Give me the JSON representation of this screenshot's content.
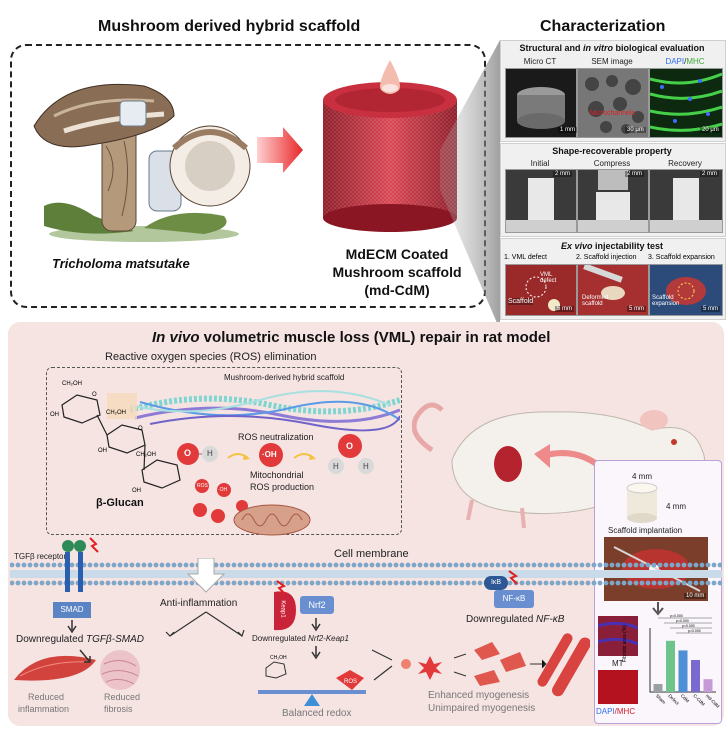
{
  "top_left": {
    "title": "Mushroom derived hybrid scaffold",
    "species": "Tricholoma matsutake",
    "product_line1": "MdECM Coated",
    "product_line2": "Mushroom scaffold",
    "product_line3": "(md-CdM)"
  },
  "characterization": {
    "title": "Characterization",
    "panel1": {
      "title_pre": "Structural and ",
      "title_em": "in vitro",
      "title_post": " biological evaluation",
      "captions": [
        "Micro CT",
        "SEM image",
        "DAPI",
        "/",
        "MHC"
      ],
      "scales": [
        "1 mm",
        "30 μm",
        "20 μm"
      ],
      "annotation": "Microchannels"
    },
    "panel2": {
      "title": "Shape-recoverable property",
      "captions": [
        "Initial",
        "Compress",
        "Recovery"
      ],
      "scales": [
        "2 mm",
        "2 mm",
        "2 mm"
      ]
    },
    "panel3": {
      "title_em": "Ex vivo",
      "title_post": " injectability test",
      "captions": [
        "1. VML defect",
        "2. Scaffold injection",
        "3. Scaffold expansion"
      ],
      "labels": [
        "VML defect",
        "Scaffold",
        "Deformed scaffold",
        "Scaffold expansion"
      ],
      "scales": [
        "5 mm",
        "5 mm",
        "5 mm"
      ]
    }
  },
  "bottom": {
    "title_em": "In vivo",
    "title_post": " volumetric muscle loss (VML) repair in rat model",
    "ros_box_title": "Reactive oxygen species (ROS) elimination",
    "fiber_label": "Mushroom-derived hybrid scaffold",
    "ros_neutralization": "ROS neutralization",
    "oh_radical": "·OH",
    "mito_line1": "Mitochondrial",
    "mito_line2": "ROS production",
    "glucan_label": "β-Glucan",
    "chem": {
      "ch2oh": "CH₂OH",
      "oh": "OH",
      "o": "O",
      "h": "H"
    },
    "ros_dot": "ROS",
    "oh_small": "·OH",
    "cell_membrane": "Cell membrane",
    "tgf_receptor": "TGFβ receptor",
    "smad": "SMAD",
    "anti_inflammation": "Anti-inflammation",
    "nrf2": "Nrf2",
    "keap1": "Keap1",
    "ikb": "IκB",
    "nfkb": "NF-κB",
    "downreg_tgf_pre": "Downregulated ",
    "downreg_tgf_em": "TGFβ-SMAD",
    "downreg_nrf2_pre": "Downregulated ",
    "downreg_nrf2_em": "Nrf2-Keap1",
    "downreg_nfkb_pre": "Downregulated ",
    "downreg_nfkb_em": "NF-κB",
    "reduced_inflammation_1": "Reduced",
    "reduced_inflammation_2": "inflammation",
    "reduced_fibrosis_1": "Reduced",
    "reduced_fibrosis_2": "fibrosis",
    "balanced_redox": "Balanced redox",
    "ros_seesaw": "ROS",
    "enhanced": "Enhanced myogenesis",
    "unimpaired": "Unimpaired myogenesis",
    "inset": {
      "dim_top": "4 mm",
      "dim_side": "4 mm",
      "implant": "Scaffold implantation",
      "scale": "10 mm",
      "mt": "MT",
      "dapi": "DAPI",
      "mhc": "/MHC",
      "ylabel": "Fibrotic area (%)",
      "pvals": [
        "p=0.000",
        "p=0.000",
        "p=0.000",
        "p=0.000"
      ],
      "xcats": [
        "Sham",
        "Defect",
        "CdM",
        "C-CdM",
        "md-CdM"
      ]
    }
  },
  "colors": {
    "bottom_bg": "#f6e4e3",
    "accent_red": "#e23a3a",
    "inset_border": "#b9a3d6",
    "membrane": "#7da6c8"
  },
  "chart_data": {
    "type": "bar",
    "ylabel": "Fibrotic area (%)",
    "categories": [
      "Sham",
      "Defect",
      "CdM",
      "C-CdM",
      "md-CdM"
    ],
    "values": [
      5,
      32,
      26,
      20,
      8
    ],
    "ylim": [
      0,
      40
    ]
  }
}
